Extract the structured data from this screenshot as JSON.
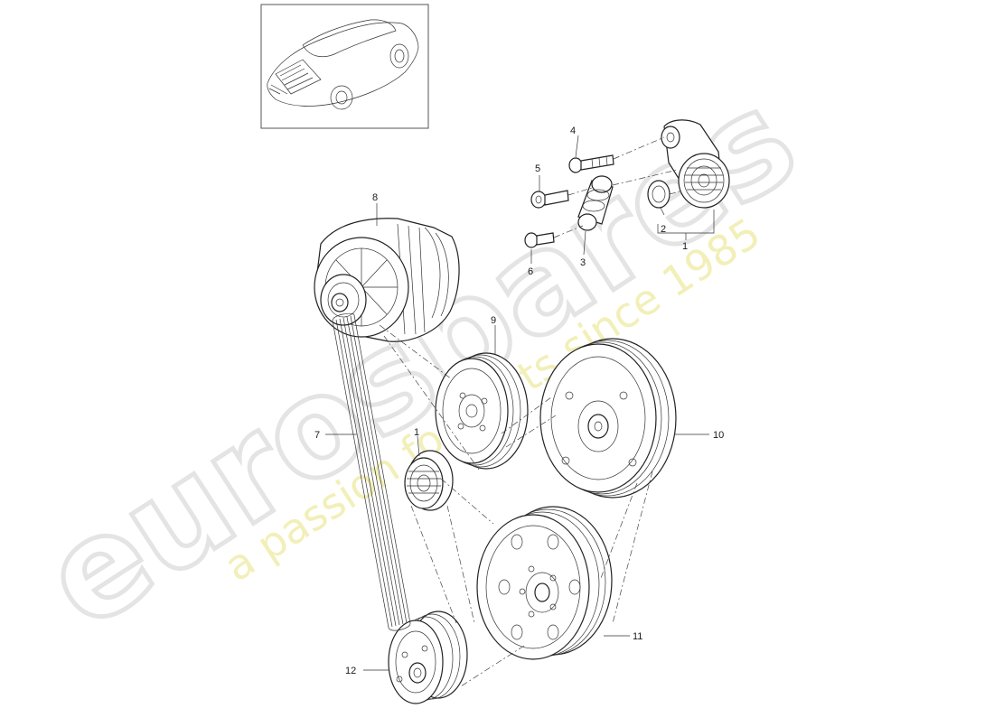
{
  "watermark": {
    "brand": "eurospares",
    "tagline": "a passion for parts since 1985"
  },
  "callouts": [
    {
      "id": "label-1-top",
      "text": "1"
    },
    {
      "id": "label-2",
      "text": "2"
    },
    {
      "id": "label-3",
      "text": "3"
    },
    {
      "id": "label-4",
      "text": "4"
    },
    {
      "id": "label-5",
      "text": "5"
    },
    {
      "id": "label-6",
      "text": "6"
    },
    {
      "id": "label-7",
      "text": "7"
    },
    {
      "id": "label-8",
      "text": "8"
    },
    {
      "id": "label-9",
      "text": "9"
    },
    {
      "id": "label-10",
      "text": "10"
    },
    {
      "id": "label-1-idler",
      "text": "1"
    },
    {
      "id": "label-11",
      "text": "11"
    },
    {
      "id": "label-12",
      "text": "12"
    }
  ],
  "colors": {
    "line": "#222222",
    "watermark_outline": "#e4e4e4",
    "watermark_tagline": "#f2efb8"
  }
}
